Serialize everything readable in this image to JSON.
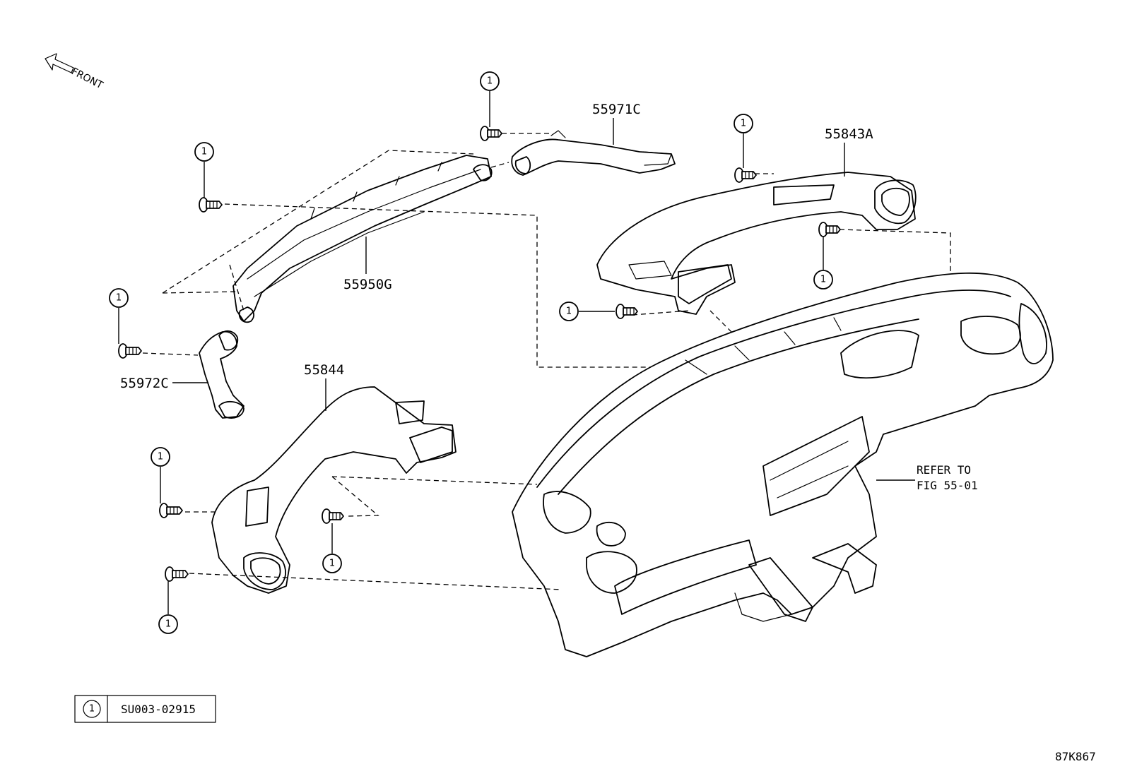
{
  "front_label": "FRONT",
  "callout_number": "1",
  "parts": {
    "p55971C": "55971C",
    "p55843A": "55843A",
    "p55950G": "55950G",
    "p55972C": "55972C",
    "p55844": "55844"
  },
  "refer": {
    "line1": "REFER TO",
    "line2": "FIG 55-01"
  },
  "legend": {
    "number": "1",
    "part": "SU003-02915"
  },
  "figure_id": "87K867"
}
